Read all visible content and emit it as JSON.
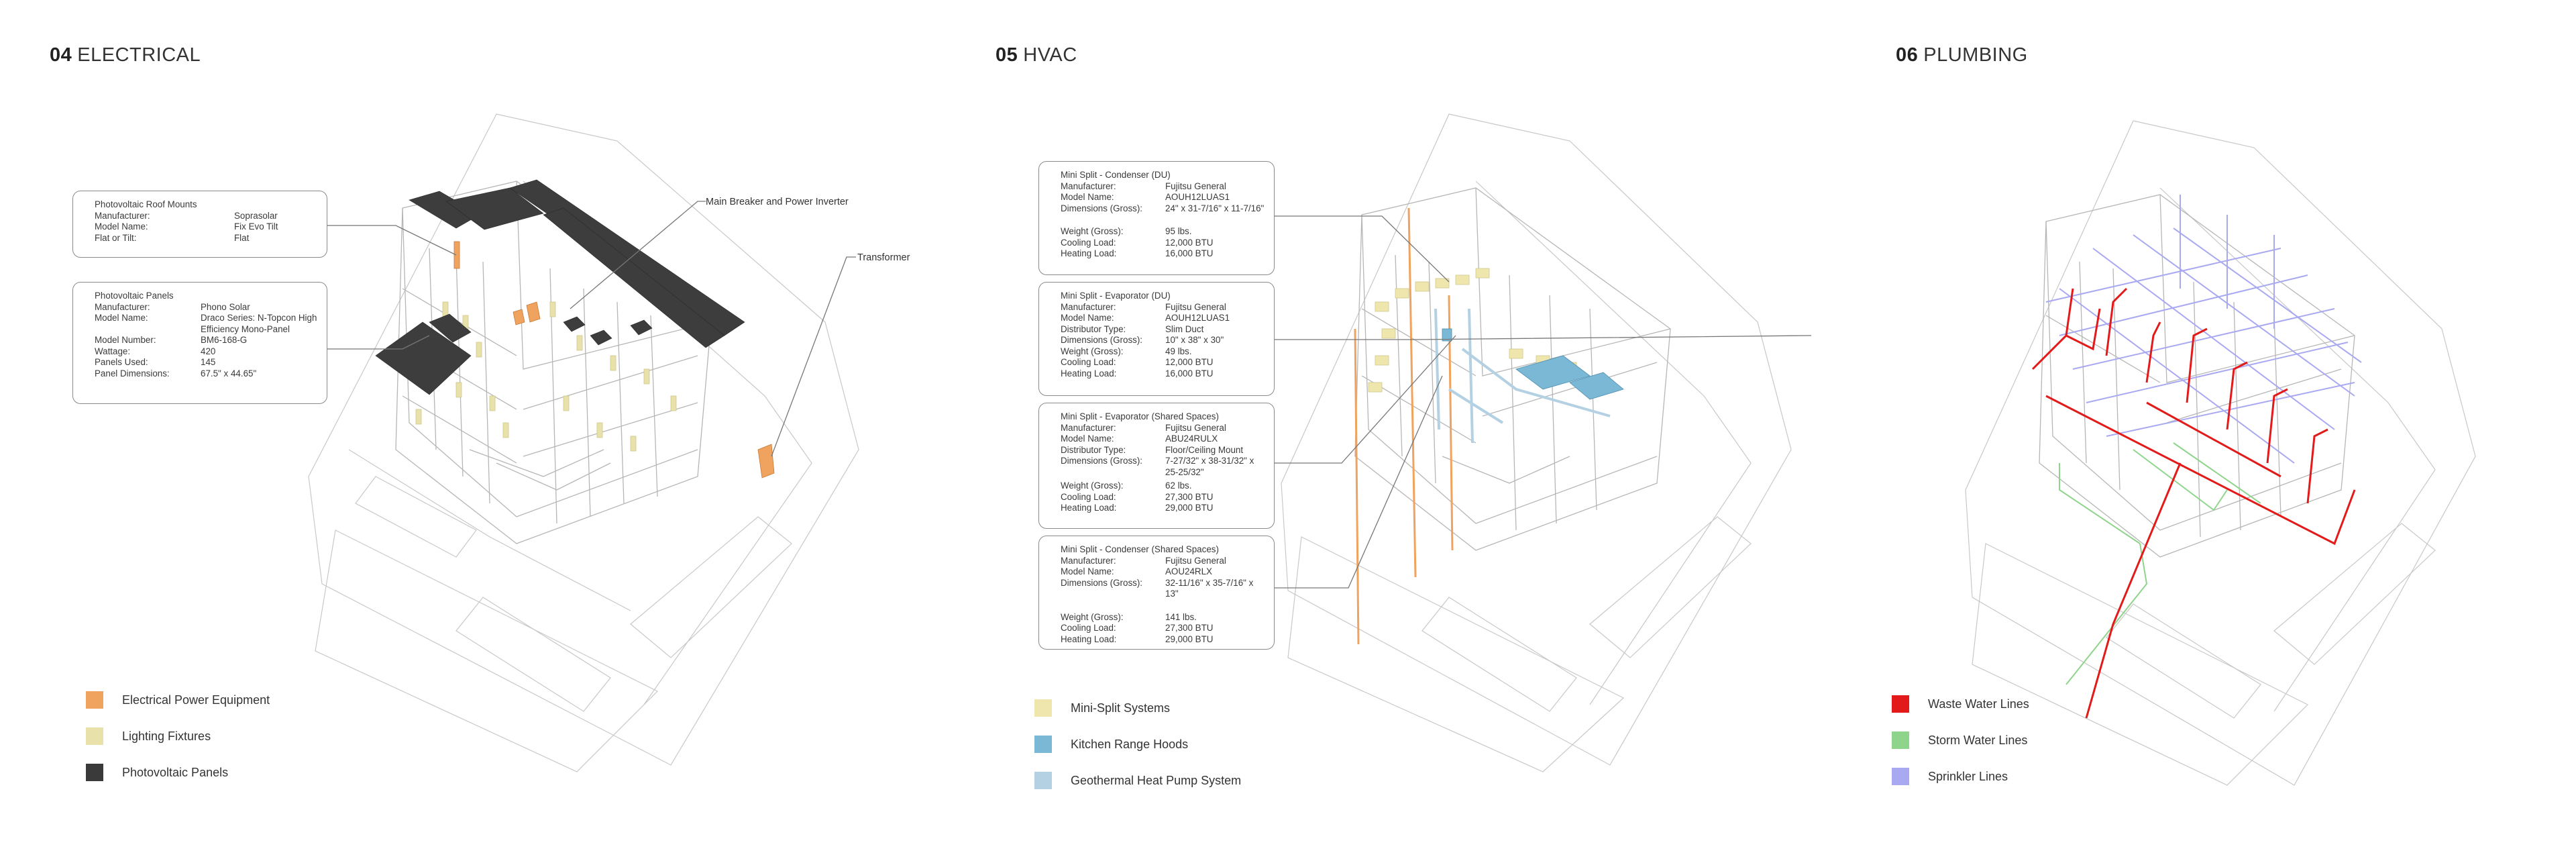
{
  "colors": {
    "electrical_power": "#f0a35e",
    "lighting": "#e8e2aa",
    "pv": "#3a3a3a",
    "mini_split": "#efe6ad",
    "kitchen_hood": "#7ab8d6",
    "geothermal": "#b3d1e3",
    "waste_water": "#e31a1a",
    "storm_water": "#8fd48b",
    "sprinkler": "#a9a9f2",
    "line": "#bfbfbf",
    "callout_border": "#8a8a8a"
  },
  "electrical": {
    "number": "04",
    "title": "ELECTRICAL",
    "labels": {
      "breaker": "Main Breaker and Power Inverter",
      "transformer": "Transformer"
    },
    "callouts": [
      {
        "title": "Photovoltaic Roof Mounts",
        "rows": [
          {
            "k": "Manufacturer:",
            "v": "Soprasolar"
          },
          {
            "k": "Model Name:",
            "v": "Fix Evo Tilt"
          },
          {
            "k": "Flat or Tilt:",
            "v": "Flat"
          }
        ]
      },
      {
        "title": "Photovoltaic Panels",
        "rows": [
          {
            "k": "Manufacturer:",
            "v": "Phono Solar"
          },
          {
            "k": "Model Name:",
            "v": "Draco Series: N-Topcon High Efficiency Mono-Panel"
          },
          {
            "k": "Model Number:",
            "v": "BM6-168-G"
          },
          {
            "k": "Wattage:",
            "v": "420"
          },
          {
            "k": "Panels Used:",
            "v": "145"
          },
          {
            "k": "Panel Dimensions:",
            "v": "67.5\" x 44.65\""
          }
        ]
      }
    ],
    "legend": [
      {
        "label": "Electrical Power Equipment",
        "color_key": "electrical_power"
      },
      {
        "label": "Lighting Fixtures",
        "color_key": "lighting"
      },
      {
        "label": "Photovoltaic Panels",
        "color_key": "pv"
      }
    ]
  },
  "hvac": {
    "number": "05",
    "title": "HVAC",
    "callouts": [
      {
        "title": "Mini Split - Condenser (DU)",
        "rows": [
          {
            "k": "Manufacturer:",
            "v": "Fujitsu General"
          },
          {
            "k": "Model Name:",
            "v": "AOUH12LUAS1"
          },
          {
            "k": "Dimensions (Gross):",
            "v": "24\" x 31-7/16\" x 11-7/16\""
          },
          {
            "gap": true
          },
          {
            "k": "Weight (Gross):",
            "v": "95 lbs."
          },
          {
            "k": "Cooling Load:",
            "v": "12,000 BTU"
          },
          {
            "k": "Heating Load:",
            "v": "16,000 BTU"
          }
        ]
      },
      {
        "title": "Mini Split - Evaporator (DU)",
        "rows": [
          {
            "k": "Manufacturer:",
            "v": "Fujitsu General"
          },
          {
            "k": "Model Name:",
            "v": "AOUH12LUAS1"
          },
          {
            "k": "Distributor Type:",
            "v": "Slim Duct"
          },
          {
            "k": "Dimensions (Gross):",
            "v": "10\" x 38\" x 30\""
          },
          {
            "k": "Weight (Gross):",
            "v": "49 lbs."
          },
          {
            "k": "Cooling Load:",
            "v": "12,000 BTU"
          },
          {
            "k": "Heating Load:",
            "v": "16,000 BTU"
          }
        ]
      },
      {
        "title": "Mini Split - Evaporator (Shared Spaces)",
        "rows": [
          {
            "k": "Manufacturer:",
            "v": "Fujitsu General"
          },
          {
            "k": "Model Name:",
            "v": "ABU24RULX"
          },
          {
            "k": "Distributor Type:",
            "v": "Floor/Ceiling Mount"
          },
          {
            "k": "Dimensions (Gross):",
            "v": "7-27/32\" x 38-31/32\" x 25-25/32\""
          },
          {
            "gap": true
          },
          {
            "k": "Weight (Gross):",
            "v": "62 lbs."
          },
          {
            "k": "Cooling Load:",
            "v": "27,300 BTU"
          },
          {
            "k": "Heating Load:",
            "v": "29,000 BTU"
          }
        ]
      },
      {
        "title": "Mini Split - Condenser (Shared Spaces)",
        "rows": [
          {
            "k": "Manufacturer:",
            "v": "Fujitsu General"
          },
          {
            "k": "Model Name:",
            "v": "AOU24RLX"
          },
          {
            "k": "Dimensions (Gross):",
            "v": "32-11/16\" x 35-7/16\" x 13\""
          },
          {
            "gap": true
          },
          {
            "k": "Weight (Gross):",
            "v": "141 lbs."
          },
          {
            "k": "Cooling Load:",
            "v": "27,300 BTU"
          },
          {
            "k": "Heating Load:",
            "v": "29,000 BTU"
          }
        ]
      }
    ],
    "legend": [
      {
        "label": "Mini-Split Systems",
        "color_key": "mini_split"
      },
      {
        "label": "Kitchen Range Hoods",
        "color_key": "kitchen_hood"
      },
      {
        "label": "Geothermal Heat Pump System",
        "color_key": "geothermal"
      }
    ]
  },
  "plumbing": {
    "number": "06",
    "title": "PLUMBING",
    "legend": [
      {
        "label": "Waste Water Lines",
        "color_key": "waste_water"
      },
      {
        "label": "Storm Water Lines",
        "color_key": "storm_water"
      },
      {
        "label": "Sprinkler Lines",
        "color_key": "sprinkler"
      }
    ]
  }
}
